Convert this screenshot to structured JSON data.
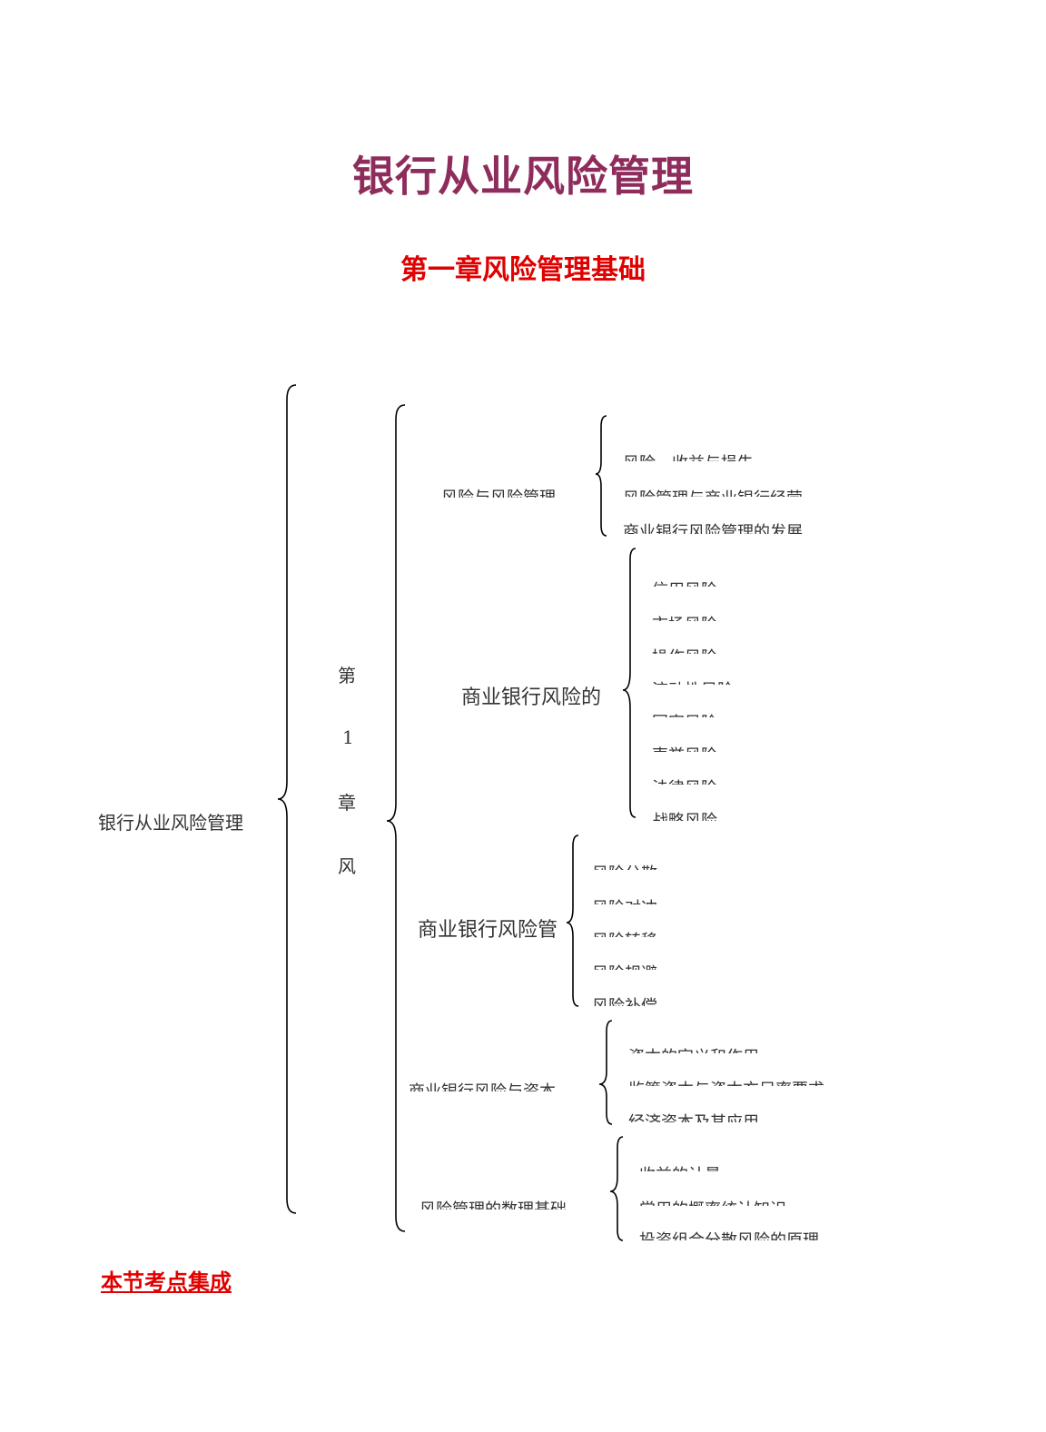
{
  "title": "银行从业风险管理",
  "chapter_title": "第一章风险管理基础",
  "mindmap": {
    "root": "银行从业风险管理",
    "chapter_vertical": [
      "第",
      "1",
      "章",
      "风"
    ],
    "groups": [
      {
        "label": "风险与风险管理",
        "items": [
          "风险、收益与损失",
          "风险管理与商业银行经营",
          "商业银行风险管理的发展"
        ]
      },
      {
        "label": "商业银行风险的",
        "items": [
          "信用风险",
          "市场风险",
          "操作风险",
          "流动性风险",
          "国家风险",
          "声誉风险",
          "法律风险",
          "战略风险"
        ]
      },
      {
        "label": "商业银行风险管",
        "items": [
          "风险分散",
          "风险对冲",
          "风险转移",
          "风险规避",
          "风险补偿"
        ]
      },
      {
        "label": "商业银行风险与资本",
        "items": [
          "资本的定义和作用",
          "监管资本与资本充足率要求",
          "经济资本及其应用"
        ]
      },
      {
        "label": "风险管理的数理基础",
        "items": [
          "收益的计量",
          "常用的概率统计知识",
          "投资组合分散风险的原理"
        ]
      }
    ]
  },
  "section_link": "本节考点集成"
}
